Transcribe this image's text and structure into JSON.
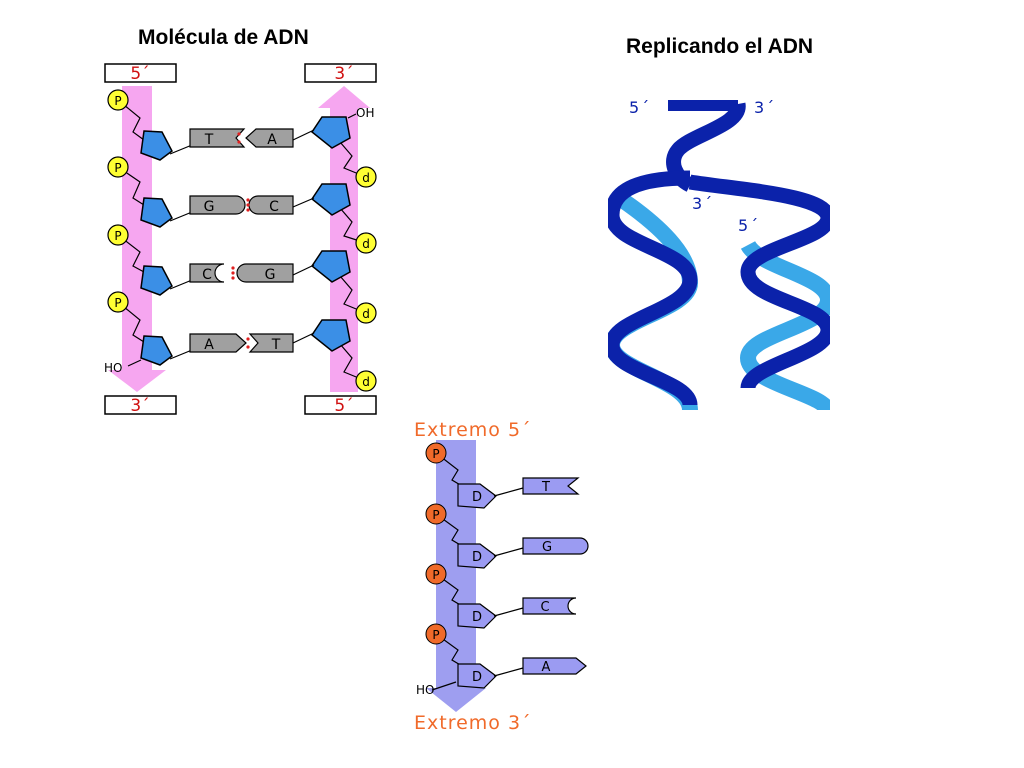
{
  "slide": {
    "title_left": "Molécula de ADN",
    "title_right": "Replicando el ADN"
  },
  "dna_molecule": {
    "left_top_label": "5´",
    "right_top_label": "3´",
    "left_bottom_label": "3´",
    "right_bottom_label": "5´",
    "phosphate_label": "P",
    "deoxyribose_label": "d",
    "oh_label": "OH",
    "ho_label": "HO",
    "base_pairs": [
      {
        "left": "T",
        "right": "A"
      },
      {
        "left": "G",
        "right": "C"
      },
      {
        "left": "C",
        "right": "G"
      },
      {
        "left": "A",
        "right": "T"
      }
    ],
    "colors": {
      "strand_arrow": "#f6a6f0",
      "sugar": "#3b8fe6",
      "phosphate": "#ffff33",
      "base": "#a0a0a0",
      "label_red": "#d01010"
    }
  },
  "replication": {
    "label_5_top": "5´",
    "label_3_top": "3´",
    "label_3_mid": "3´",
    "label_5_mid": "5´",
    "colors": {
      "dark_strand": "#0b22aa",
      "light_strand": "#3aa8e8"
    }
  },
  "single_strand": {
    "top_label": "Extremo 5´",
    "bottom_label": "Extremo 3´",
    "phosphate_label": "P",
    "sugar_label": "D",
    "ho_label": "HO",
    "bases": [
      "T",
      "G",
      "C",
      "A"
    ],
    "colors": {
      "arrow": "#9e9ef0",
      "phosphate": "#f06a2a",
      "label": "#f06a2a",
      "nucleotide": "#9b9bf2"
    }
  }
}
